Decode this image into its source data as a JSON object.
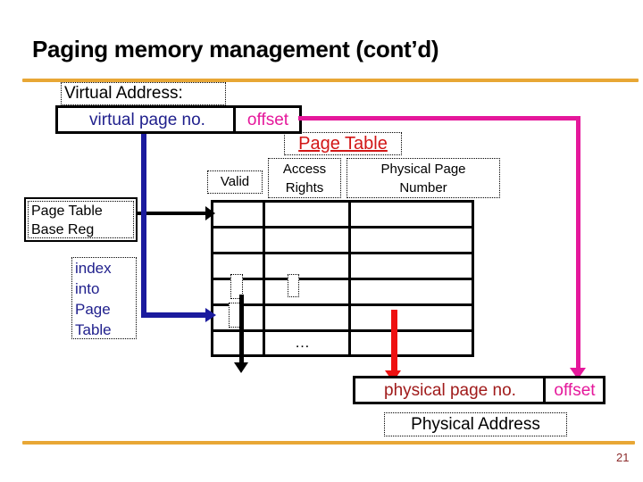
{
  "slide": {
    "title": "Paging memory management (cont’d)",
    "page_number": "21",
    "accent_rule_color": "#E8A735"
  },
  "virtual_address": {
    "label": "Virtual Address:",
    "virtual_page_no": "virtual page no.",
    "offset": "offset",
    "vpn_color": "#1F1F8C",
    "offset_color": "#E5189B"
  },
  "page_table": {
    "title": "Page Table",
    "title_color": "#D21616",
    "headers": [
      "Valid",
      "Access\nRights",
      "Physical Page\nNumber"
    ],
    "header_valid": "Valid",
    "header_access_line1": "Access",
    "header_access_line2": "Rights",
    "header_ppn_line1": "Physical Page",
    "header_ppn_line2": "Number",
    "row_count": 6,
    "column_count": 3,
    "ellipsis": "…",
    "rows": [
      {
        "valid": "",
        "access_rights": "",
        "physical_page_number": ""
      },
      {
        "valid": "",
        "access_rights": "",
        "physical_page_number": ""
      },
      {
        "valid": "",
        "access_rights": "",
        "physical_page_number": ""
      },
      {
        "valid": "",
        "access_rights": "",
        "physical_page_number": ""
      },
      {
        "valid": "",
        "access_rights": "",
        "physical_page_number": ""
      },
      {
        "valid": "",
        "access_rights": "…",
        "physical_page_number": ""
      }
    ]
  },
  "base_register": {
    "line1": "Page Table",
    "line2": "Base Reg"
  },
  "index_note": {
    "line1": "index",
    "line2": "into",
    "line3": "Page",
    "line4": "Table",
    "color": "#1F1F8C"
  },
  "physical_address": {
    "physical_page_no": "physical page no.",
    "offset": "offset",
    "label": "Physical Address",
    "ppn_color": "#A01B1B",
    "offset_color": "#E5189B"
  },
  "connectors": {
    "base_reg_to_table": "black-arrow",
    "vpn_to_table": "blue-arrow",
    "ppn_to_physical": "red-arrow",
    "offset_to_physical": "magenta-arrow",
    "table_down": "black-arrow-down",
    "black": "#000000",
    "blue": "#1B1B9E",
    "red": "#EE1111",
    "magenta": "#E5189B"
  }
}
